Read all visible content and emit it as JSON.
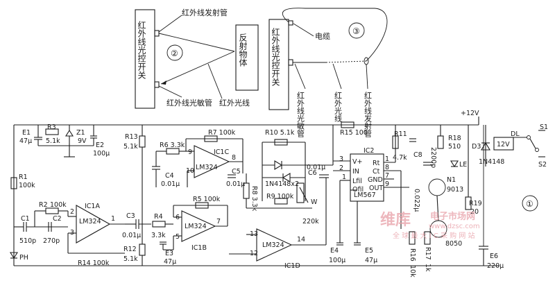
{
  "panel2": {
    "number": "②",
    "switch_label": "红外线光控开关",
    "emitter_label": "红外线发射管",
    "receiver_label": "红外线光敏管",
    "light_label": "红外光线",
    "reflector_label": "反射物体"
  },
  "panel3": {
    "number": "③",
    "switch_label": "红外线光控开关",
    "cable_label": "电缆",
    "receiver_label": "红外线光敏管",
    "light_label": "红外光线",
    "emitter_label": "红外线发射管"
  },
  "panel1": {
    "number": "①"
  },
  "components": {
    "E1": "E1",
    "E1_val": "47μ",
    "R3": "R3",
    "R3_val": "5.1k",
    "Z1": "Z1",
    "Z1_val": "9V",
    "E2": "E2",
    "E2_val": "100μ",
    "R1": "R1",
    "R1_val": "100k",
    "R2": "R2",
    "R2_val": "100k",
    "C1": "C1",
    "C1_val": "510p",
    "C2": "C2",
    "C2_val": "270p",
    "PH": "PH",
    "IC1A": "IC1A",
    "LM324": "LM324",
    "R14": "R14  100k",
    "C3": "C3",
    "C3_val": "0.01μ",
    "R13": "R13",
    "R13_val": "5.1k",
    "R12": "R12",
    "R12_val": "5.1k",
    "R4": "R4",
    "R4_val": "3.3k",
    "R5": "R5  100k",
    "E3": "E3",
    "E3_val": "47μ",
    "IC1B": "IC1B",
    "R6": "R6  3.3k",
    "C4": "C4",
    "C4_val": "0.01μ",
    "R7": "R7  100k",
    "IC1C": "IC1C",
    "C5": "C5",
    "C5_val": "0.01μ",
    "R8": "R8  3.3k",
    "R10": "R10  5.1k",
    "D_pair": "1N4148x2",
    "R9": "R9  100k",
    "C6": "C6",
    "C6_val": "0.01μ",
    "W": "W",
    "W_val": "220k",
    "IC1D": "IC1D",
    "R15": "R15  100",
    "IC2": "IC2",
    "LM567": "LM567",
    "pin_vplus": "V+",
    "pin_in": "IN",
    "pin_lfil": "Lfil",
    "pin_ofil": "Ofil",
    "pin_rt": "Rt",
    "pin_ct": "Ct",
    "pin_gnd": "GND",
    "pin_out": "OUT",
    "E4": "E4",
    "E4_val": "100μ",
    "E5": "E5",
    "E5_val": "47μ",
    "R11": "R11",
    "R11_val": "4.7k",
    "C8": "C8",
    "C8_val": "0.022μ",
    "C7_val": "2200p",
    "R16": "R16",
    "R16_val": "10k",
    "R17": "R17",
    "R17_val": "1k",
    "R18": "R18",
    "R18_val": "510",
    "LE": "LE",
    "N1": "N1",
    "N1_val": "9013",
    "N2_val": "8050",
    "R19": "R19",
    "R19_val": "20",
    "D3": "D3",
    "D3_val": "1N4148",
    "DL": "DL",
    "DL_val": "12V",
    "S1": "S1",
    "S2": "S2",
    "supply": "+12V",
    "E6": "E6",
    "E6_val": "220μ",
    "pin_numbers": [
      "1",
      "2",
      "3",
      "5",
      "6",
      "7",
      "8",
      "9",
      "10",
      "12",
      "13",
      "14"
    ]
  },
  "watermark": {
    "logo": "维库",
    "site": "电子市场网",
    "url": "www.dzsc.com",
    "slogan": "全 球 最 大 I C 采 购 网 站"
  }
}
